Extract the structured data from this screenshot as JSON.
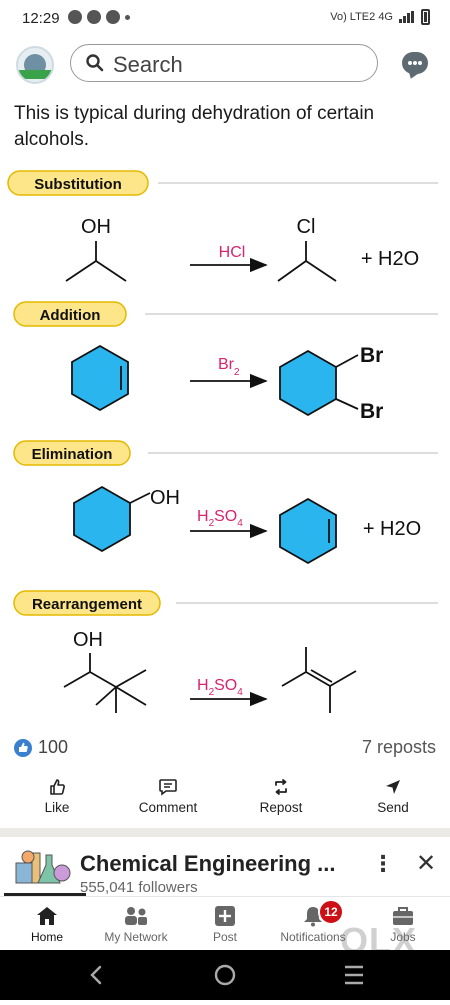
{
  "status": {
    "time": "12:29",
    "network": "Vo) LTE2 4G",
    "colors": {
      "icons": "#555555"
    }
  },
  "header": {
    "search_placeholder": "Search",
    "logo_icon": "company-logo",
    "message_icon": "messaging-icon"
  },
  "post": {
    "text": "This is typical during dehydration of certain alcohols.",
    "reactions": {
      "substitution": {
        "label": "Substitution",
        "reactant_group": "OH",
        "reagent": "HCl",
        "product_group": "Cl",
        "byproduct": "+ H2O"
      },
      "addition": {
        "label": "Addition",
        "reagent_base": "Br",
        "reagent_sub": "2",
        "product_group_1": "Br",
        "product_group_2": "Br"
      },
      "elimination": {
        "label": "Elimination",
        "reactant_group": "OH",
        "reagent_a": "H",
        "reagent_sub_a": "2",
        "reagent_b": "SO",
        "reagent_sub_b": "4",
        "byproduct": "+ H2O"
      },
      "rearrangement": {
        "label": "Rearrangement",
        "reactant_group": "OH",
        "reagent_a": "H",
        "reagent_sub_a": "2",
        "reagent_b": "SO",
        "reagent_sub_b": "4"
      }
    },
    "colors": {
      "label_fill": "#fde68a",
      "label_stroke": "#e6b800",
      "ring_fill": "#2bb5ef",
      "reagent": "#d6246e"
    },
    "likes": "100",
    "reposts": "7 reposts"
  },
  "actions": [
    {
      "label": "Like",
      "icon": "thumbs-up-icon"
    },
    {
      "label": "Comment",
      "icon": "comment-icon"
    },
    {
      "label": "Repost",
      "icon": "repost-icon"
    },
    {
      "label": "Send",
      "icon": "send-icon"
    }
  ],
  "suggestion": {
    "name": "Chemical Engineering ...",
    "followers": "555,041 followers"
  },
  "nav": [
    {
      "label": "Home",
      "icon": "home-icon"
    },
    {
      "label": "My Network",
      "icon": "network-icon"
    },
    {
      "label": "Post",
      "icon": "post-icon"
    },
    {
      "label": "Notifications",
      "icon": "bell-icon",
      "badge": "12"
    },
    {
      "label": "Jobs",
      "icon": "briefcase-icon"
    }
  ],
  "watermark": "OLX"
}
